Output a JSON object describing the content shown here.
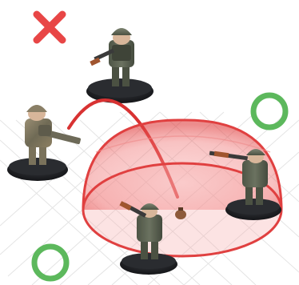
{
  "scene": {
    "description_label": "",
    "colors": {
      "background": "#ffffff",
      "grid": "#e3e3e3",
      "blast_dome": "#e84a4a",
      "blast_dome_fill": "#f27a7a",
      "trajectory": "#d83232",
      "cross_mark": "#e84646",
      "check_circle": "#5cb85c",
      "base": "#1e1f22",
      "uniform_green": "#59604f",
      "uniform_tan": "#8a7f66",
      "skin": "#d8b69a",
      "weapon_wood": "#a0552f",
      "weapon_metal": "#3a3a3a"
    },
    "markers": {
      "cross": "x-icon",
      "safe": "circle-icon"
    },
    "figures": [
      {
        "id": "soldier-rifle-unsafe",
        "status": "unsafe",
        "weapon": "rifle"
      },
      {
        "id": "soldier-launcher",
        "status": "thrower",
        "weapon": "grenade-launcher"
      },
      {
        "id": "soldier-rifle-inside-right",
        "status": "safe",
        "weapon": "rifle"
      },
      {
        "id": "soldier-rifle-inside-front",
        "status": "safe",
        "weapon": "rifle"
      }
    ],
    "grenade": "grenade-icon"
  }
}
